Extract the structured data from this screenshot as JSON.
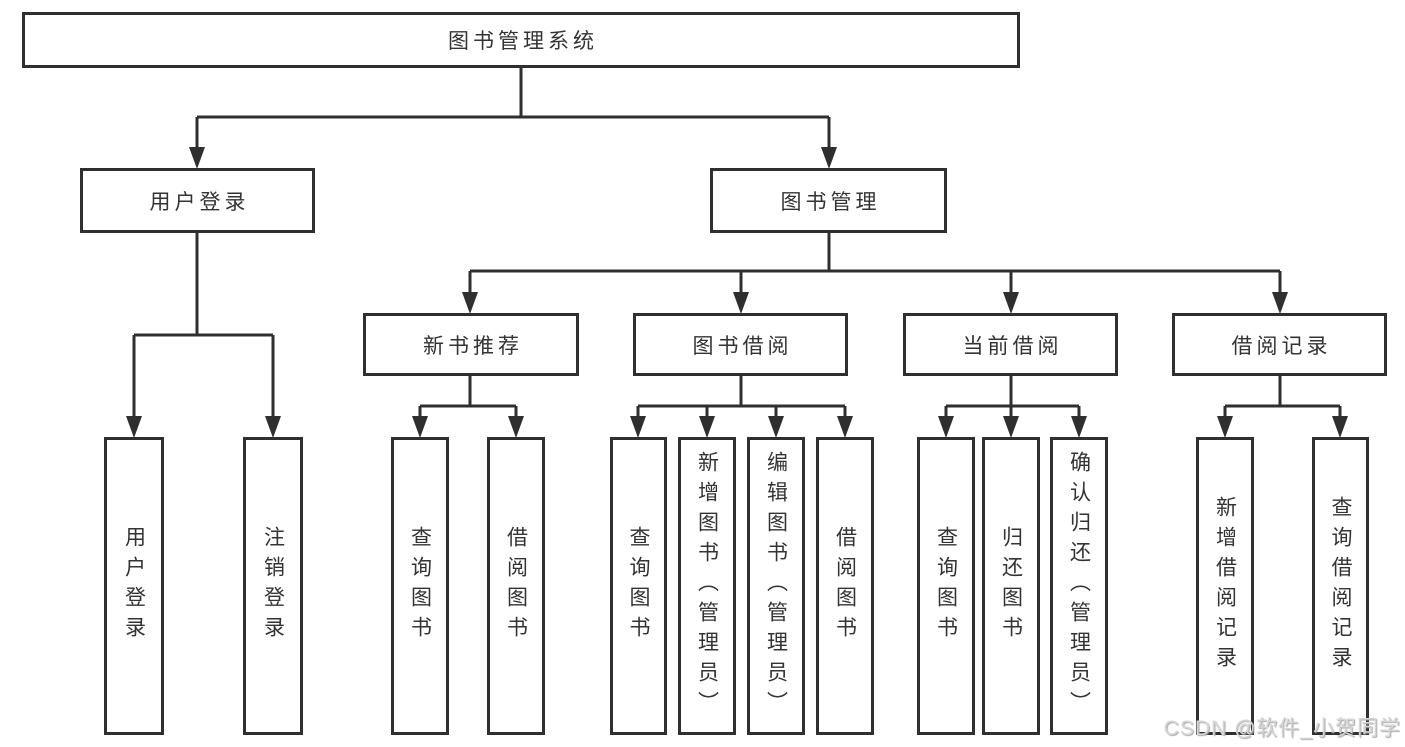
{
  "diagram": {
    "root": {
      "label": "图书管理系统"
    },
    "level1": [
      {
        "label": "用户登录"
      },
      {
        "label": "图书管理"
      }
    ],
    "level2": [
      {
        "label": "新书推荐"
      },
      {
        "label": "图书借阅"
      },
      {
        "label": "当前借阅"
      },
      {
        "label": "借阅记录"
      }
    ],
    "leaves": {
      "user_login_children": [
        {
          "label": "用户登录"
        },
        {
          "label": "注销登录"
        }
      ],
      "new_book_children": [
        {
          "label": "查询图书"
        },
        {
          "label": "借阅图书"
        }
      ],
      "book_borrow_children": [
        {
          "label": "查询图书"
        },
        {
          "label": "新增图书（管理员）"
        },
        {
          "label": "编辑图书（管理员）"
        },
        {
          "label": "借阅图书"
        }
      ],
      "current_borrow_children": [
        {
          "label": "查询图书"
        },
        {
          "label": "归还图书"
        },
        {
          "label": "确认归还（管理员）"
        }
      ],
      "record_children": [
        {
          "label": "新增借阅记录"
        },
        {
          "label": "查询借阅记录"
        }
      ]
    },
    "colors": {
      "line": "#2f2f2f",
      "box_border": "#2f2f2f",
      "box_bg": "#ffffff",
      "text": "#333333",
      "watermark": "#d6d6d6"
    },
    "watermark": "CSDN @软件_小贺同学"
  }
}
